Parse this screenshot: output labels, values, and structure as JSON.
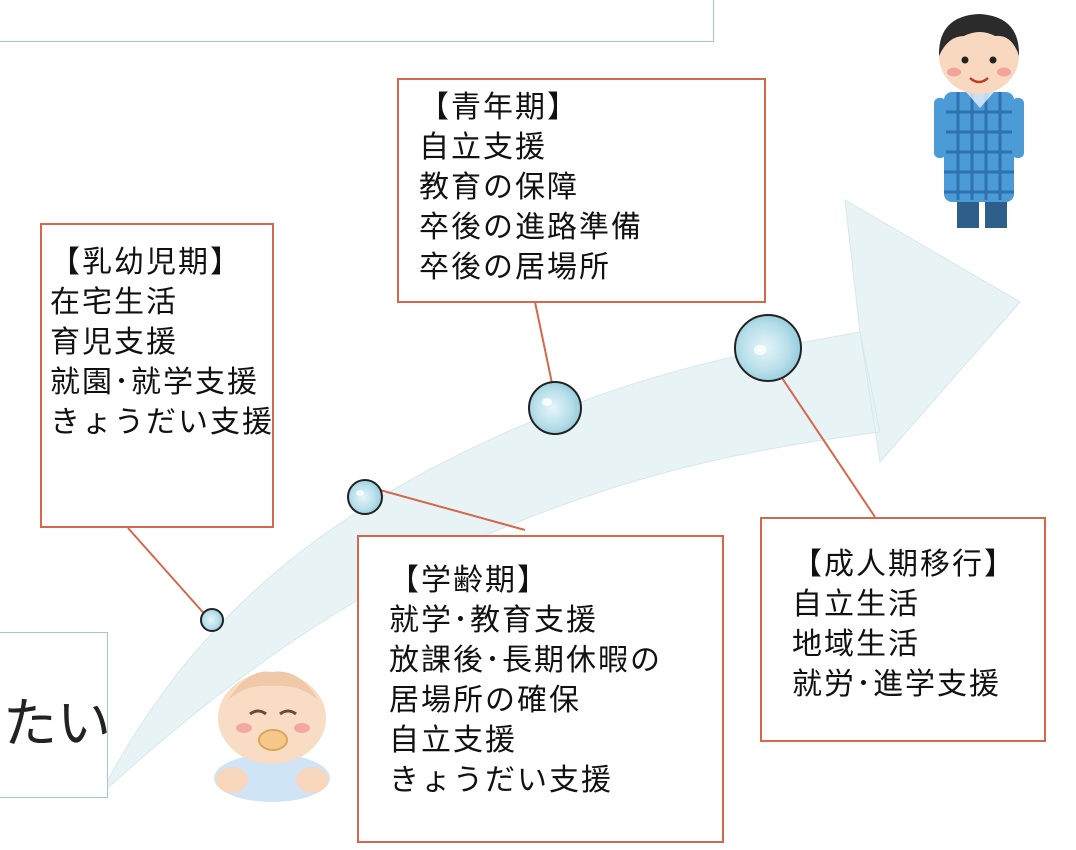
{
  "colors": {
    "box_border": "#d4684a",
    "connector": "#d4684a",
    "arrow_fill": "#e8f3f6",
    "bubble": "#a9d6e3",
    "frame_border": "#9ec9d8"
  },
  "left_partial_text": "たい",
  "stages": [
    {
      "id": "infancy",
      "title": "【乳幼児期】",
      "items": [
        "在宅生活",
        "育児支援",
        "就園･就学支援",
        "きょうだい支援"
      ]
    },
    {
      "id": "school-age",
      "title": "【学齢期】",
      "items": [
        "就学･教育支援",
        "放課後･長期休暇の",
        "居場所の確保",
        "自立支援",
        "きょうだい支援"
      ]
    },
    {
      "id": "youth",
      "title": "【青年期】",
      "items": [
        "自立支援",
        "教育の保障",
        "卒後の進路準備",
        "卒後の居場所"
      ]
    },
    {
      "id": "adulthood-transition",
      "title": "【成人期移行】",
      "items": [
        "自立生活",
        "地域生活",
        "就労･進学支援"
      ]
    }
  ],
  "illustrations": {
    "start": "baby-icon",
    "end": "young-man-icon"
  }
}
